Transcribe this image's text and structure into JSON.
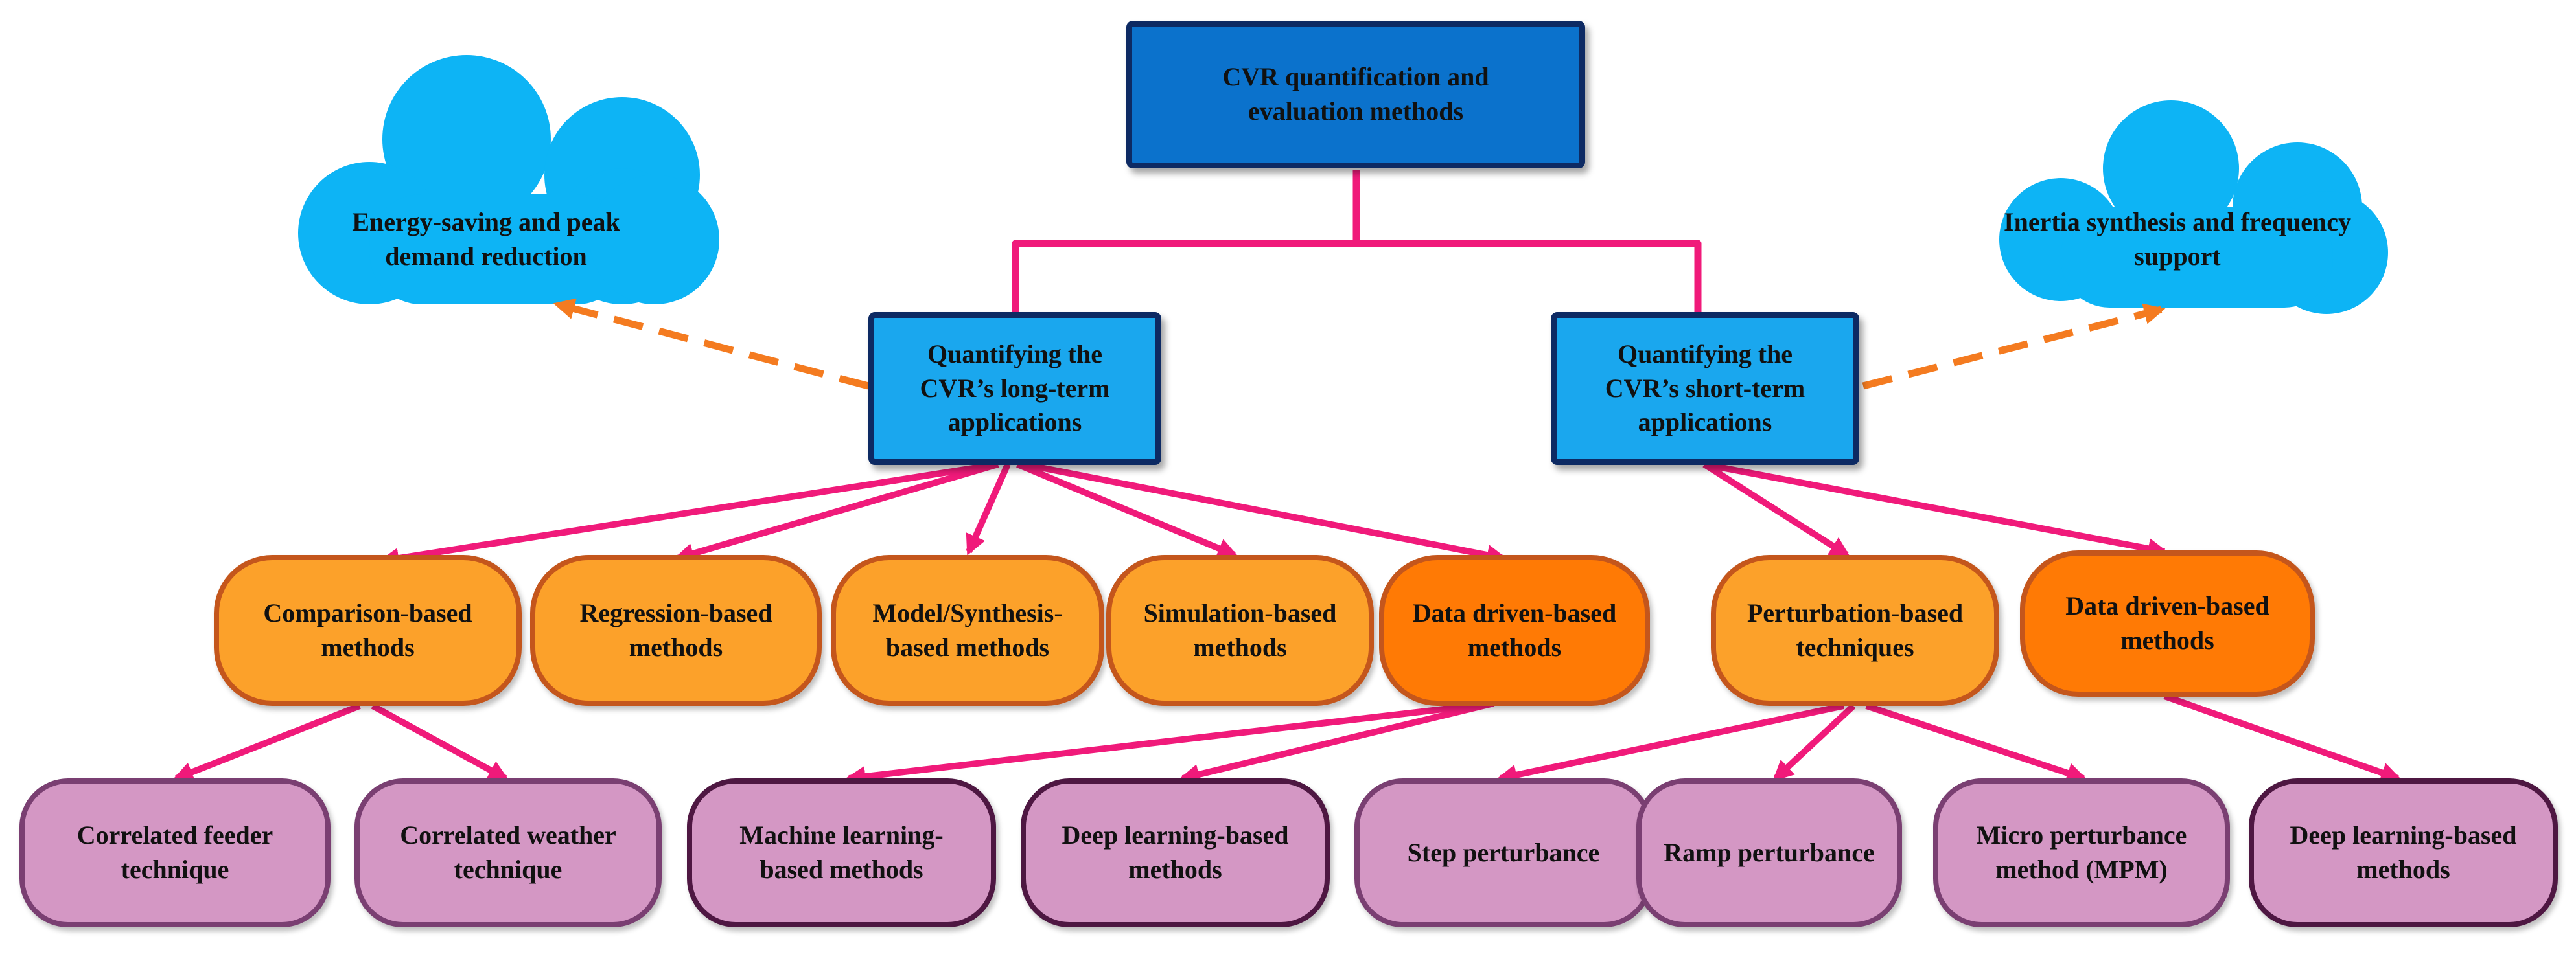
{
  "root": {
    "line1": "CVR quantification and",
    "line2": "evaluation methods"
  },
  "long_term": {
    "line1": "Quantifying the",
    "line2": "CVR’s long-term",
    "line3": "applications"
  },
  "short_term": {
    "line1": "Quantifying the",
    "line2": "CVR’s short-term",
    "line3": "applications"
  },
  "cloud_left": {
    "line1": "Energy-saving and peak",
    "line2": "demand reduction"
  },
  "cloud_right": {
    "line1": "Inertia synthesis and",
    "line2": "frequency support"
  },
  "methods": [
    {
      "line1": "Comparison-based",
      "line2": "methods"
    },
    {
      "line1": "Regression-based",
      "line2": "methods"
    },
    {
      "line1": "Model/Synthesis-",
      "line2": "based methods"
    },
    {
      "line1": "Simulation-based",
      "line2": "methods"
    },
    {
      "line1": "Data driven-based",
      "line2": "methods"
    },
    {
      "line1": "Perturbation-based",
      "line2": "techniques"
    },
    {
      "line1": "Data driven-based",
      "line2": "methods"
    }
  ],
  "techniques": [
    {
      "line1": "Correlated feeder",
      "line2": "technique"
    },
    {
      "line1": "Correlated weather",
      "line2": "technique"
    },
    {
      "line1": "Machine learning-",
      "line2": "based methods"
    },
    {
      "line1": "Deep learning-based",
      "line2": "methods"
    },
    {
      "line1": "Step perturbance",
      "line2": ""
    },
    {
      "line1": "Ramp perturbance",
      "line2": ""
    },
    {
      "line1": "Micro perturbance",
      "line2": "method (MPM)"
    },
    {
      "line1": "Deep learning-based",
      "line2": "methods"
    }
  ],
  "colors": {
    "connector": "#f01a7a",
    "dashed_arrow": "#f47b20",
    "cloud": "#0db4f5"
  }
}
